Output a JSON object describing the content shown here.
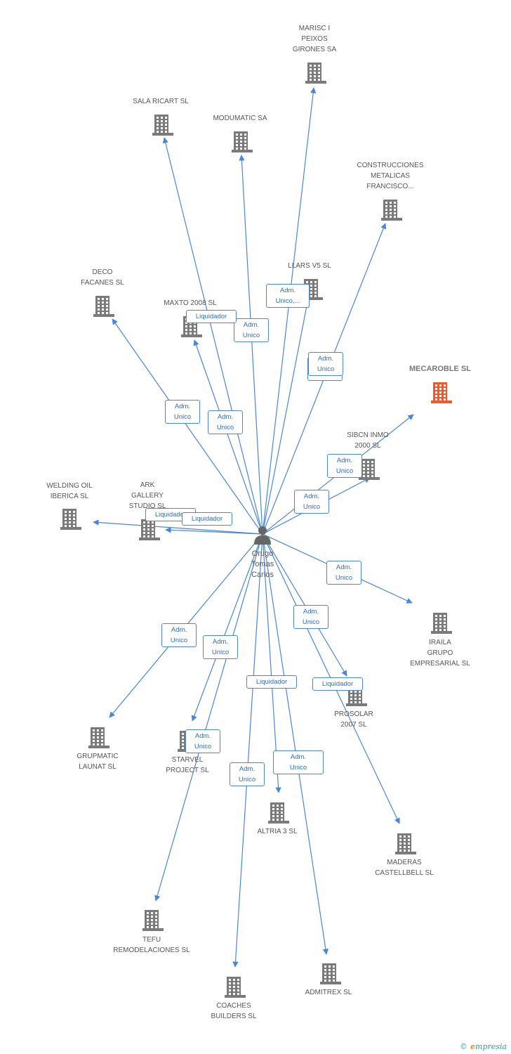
{
  "colors": {
    "edge": "#4a86d8",
    "building": "#7a7a7a",
    "building_focus": "#ef5a2a",
    "person": "#666666"
  },
  "person": {
    "name": "Orugo\nTomas\nCarlos",
    "icon": "person-icon"
  },
  "nodes": [
    {
      "id": "marisc",
      "label": "MARISC I\nPEIXOS\nGIRONES SA"
    },
    {
      "id": "sala",
      "label": "SALA RICART SL"
    },
    {
      "id": "modumatic",
      "label": "MODUMATIC SA"
    },
    {
      "id": "construcciones",
      "label": "CONSTRUCCIONES\nMETALICAS\nFRANCISCO..."
    },
    {
      "id": "deco",
      "label": "DECO\nFACANES SL"
    },
    {
      "id": "llars",
      "label": "LLARS V5 SL"
    },
    {
      "id": "maxto",
      "label": "MAXTO 2008 SL"
    },
    {
      "id": "mecaroble",
      "label": "MECAROBLE SL",
      "focus": true
    },
    {
      "id": "sibcn",
      "label": "SIBCN INMO\n2000 SL"
    },
    {
      "id": "welding",
      "label": "WELDING OIL\nIBERICA SL"
    },
    {
      "id": "ark",
      "label": "ARK\nGALLERY\nSTUDIO SL"
    },
    {
      "id": "iraila",
      "label": "IRAILA\nGRUPO\nEMPRESARIAL SL"
    },
    {
      "id": "prosolar",
      "label": "PROSOLAR\n2007 SL"
    },
    {
      "id": "grupmatic",
      "label": "GRUPMATIC\nLAUNAT SL"
    },
    {
      "id": "starvel",
      "label": "STARVEL\nPROJECT SL"
    },
    {
      "id": "altria",
      "label": "ALTRIA 3 SL"
    },
    {
      "id": "maderas",
      "label": "MADERAS\nCASTELLBELL SL"
    },
    {
      "id": "tefu",
      "label": "TEFU\nREMODELACIONES SL"
    },
    {
      "id": "coaches",
      "label": "COACHES\nBUILDERS SL"
    },
    {
      "id": "admitrex",
      "label": "ADMITREX SL"
    }
  ],
  "edges": [
    {
      "to": "marisc",
      "label": "Adm.\nUnico"
    },
    {
      "to": "sala",
      "label": "Adm.\nUnico"
    },
    {
      "to": "modumatic",
      "label": "Adm.\nUnico"
    },
    {
      "to": "construcciones",
      "label": "Adm.\nUnico"
    },
    {
      "to": "deco",
      "label": "Adm.\nUnico"
    },
    {
      "to": "llars",
      "label": "Adm.\nUnico,..."
    },
    {
      "to": "maxto",
      "label": "Liquidador"
    },
    {
      "to": "mecaroble",
      "label": "Adm.\nUnico"
    },
    {
      "to": "sibcn",
      "label": "Adm.\nUnico"
    },
    {
      "to": "welding",
      "label": "Liquidador"
    },
    {
      "to": "ark",
      "label": "Liquidador"
    },
    {
      "to": "iraila",
      "label": "Adm.\nUnico"
    },
    {
      "to": "prosolar",
      "label": "Liquidador"
    },
    {
      "to": "grupmatic",
      "label": "Adm.\nUnico"
    },
    {
      "to": "starvel",
      "label": "Adm.\nUnico"
    },
    {
      "to": "altria",
      "label": "Liquidador"
    },
    {
      "to": "maderas",
      "label": "Adm.\nUnico"
    },
    {
      "to": "tefu",
      "label": "Adm.\nUnico"
    },
    {
      "to": "coaches",
      "label": "Adm.\nUnico"
    },
    {
      "to": "admitrex",
      "label": "Adm.\nUnico"
    }
  ],
  "footer": {
    "copyright": "©",
    "brand_initial": "e",
    "brand_rest": "mpresia"
  }
}
